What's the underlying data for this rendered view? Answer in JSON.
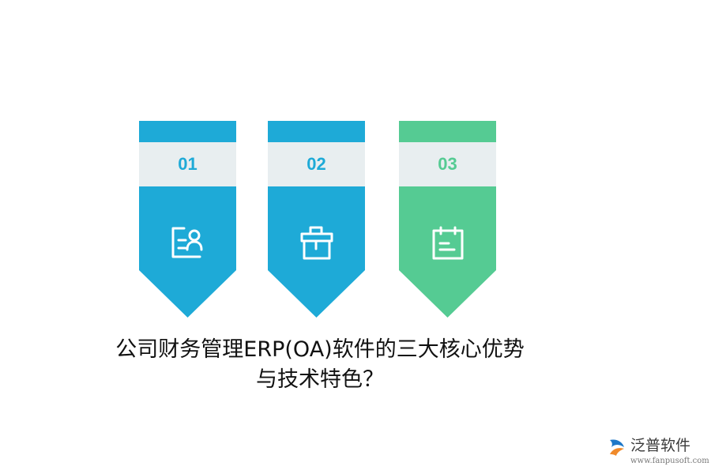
{
  "cards": [
    {
      "number": "01",
      "icon": "id-card-icon",
      "color": "#1eaad7",
      "number_color": "#1eaad7"
    },
    {
      "number": "02",
      "icon": "toolbox-icon",
      "color": "#1eaad7",
      "number_color": "#1eaad7"
    },
    {
      "number": "03",
      "icon": "calendar-icon",
      "color": "#55cb93",
      "number_color": "#55cb93"
    }
  ],
  "band_color": "#e8eef0",
  "headline": {
    "line1": "公司财务管理ERP(OA)软件的三大核心优势",
    "line2": "与技术特色？"
  },
  "logo": {
    "name": "泛普软件",
    "url": "www.fanpusoft.com",
    "icon": "fanpu-logo-icon"
  }
}
